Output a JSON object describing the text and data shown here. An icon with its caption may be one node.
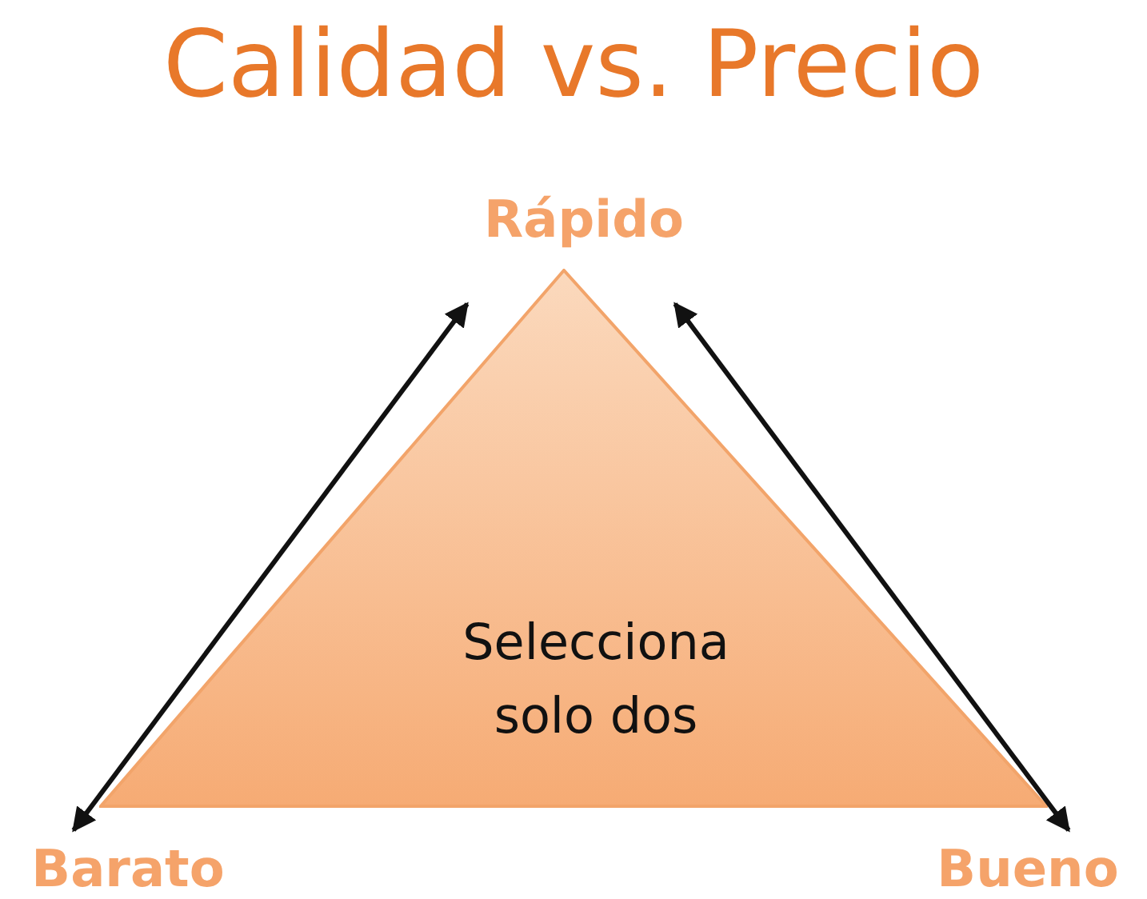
{
  "diagram": {
    "title": "Calidad vs. Precio",
    "nodes": [
      {
        "text": [
          "Selecciona solo dos"
        ]
      },
      {
        "text": [
          "Rápido"
        ]
      },
      {
        "text": [
          "Barato"
        ]
      },
      {
        "text": [
          "Bueno"
        ]
      }
    ],
    "edges": [
      {
        "from": 2,
        "to": 1,
        "arrow": "both"
      },
      {
        "from": 1,
        "to": 3,
        "arrow": "both"
      }
    ]
  }
}
